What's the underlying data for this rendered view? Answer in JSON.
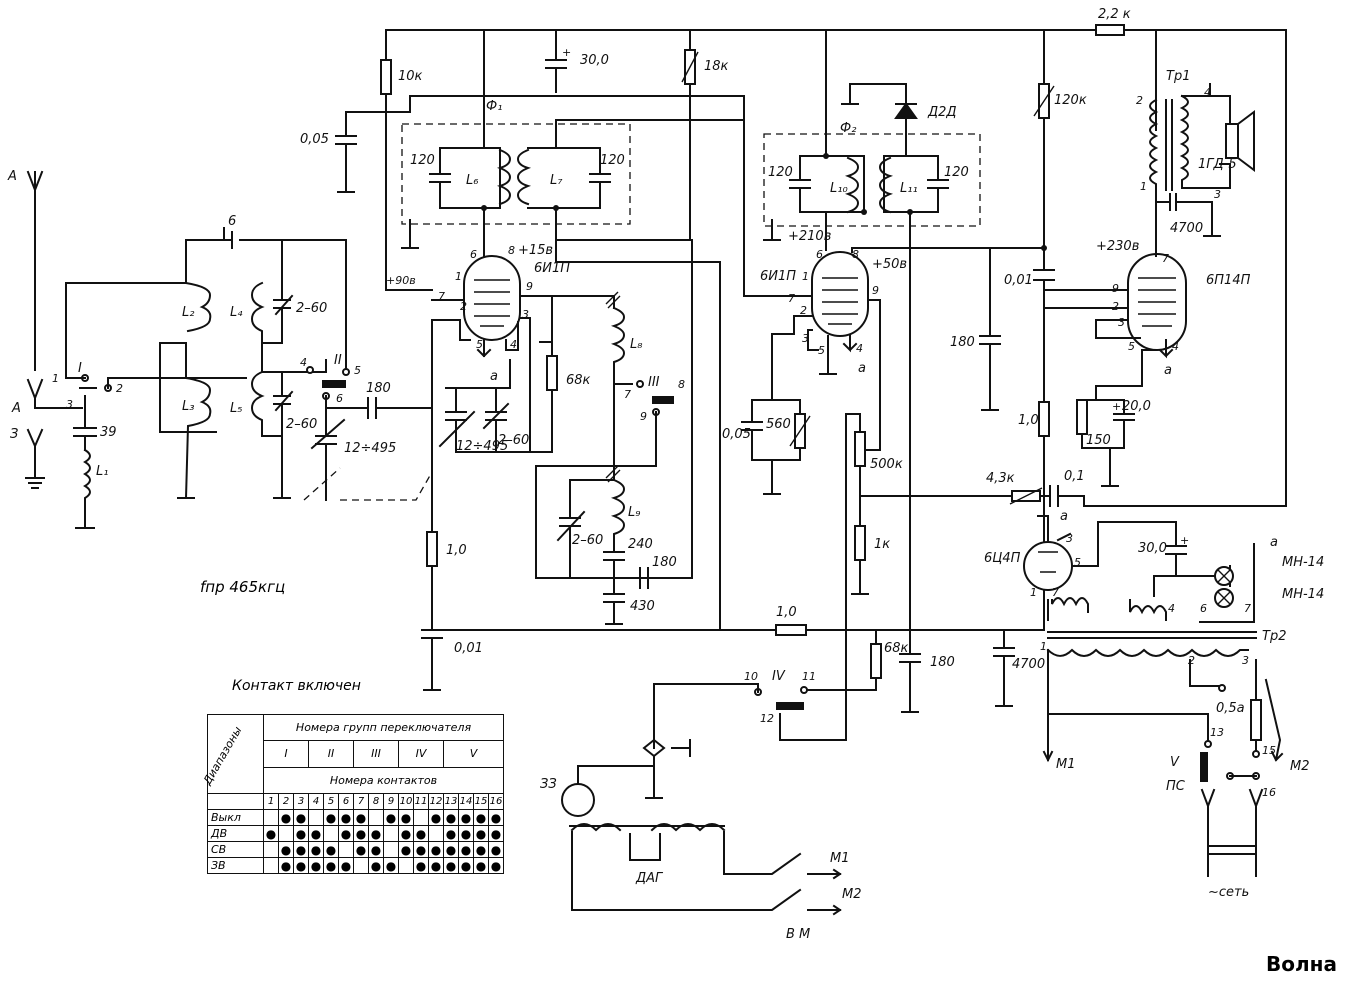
{
  "title": "Волна",
  "if_frequency": "fпр  465кгц",
  "table_caption": "Контакт включен",
  "switch_table": {
    "corner_label": "Диапазоны",
    "groups_header": "Номера групп переключателя",
    "groups": [
      "I",
      "II",
      "III",
      "IV",
      "V"
    ],
    "contacts_header": "Номера  контактов",
    "contacts": [
      "1",
      "2",
      "3",
      "4",
      "5",
      "6",
      "7",
      "8",
      "9",
      "10",
      "11",
      "12",
      "13",
      "14",
      "15",
      "16"
    ],
    "rows": [
      {
        "label": "Выкл",
        "marks": [
          0,
          1,
          1,
          0,
          1,
          1,
          1,
          0,
          1,
          1,
          0,
          1,
          1,
          1,
          1,
          1
        ]
      },
      {
        "label": "ДВ",
        "marks": [
          1,
          0,
          1,
          1,
          0,
          1,
          1,
          1,
          0,
          1,
          1,
          0,
          1,
          1,
          1,
          1
        ]
      },
      {
        "label": "СВ",
        "marks": [
          0,
          1,
          1,
          1,
          1,
          0,
          1,
          1,
          0,
          1,
          1,
          1,
          1,
          1,
          1,
          1
        ]
      },
      {
        "label": "ЗВ",
        "marks": [
          0,
          1,
          1,
          1,
          1,
          1,
          0,
          1,
          1,
          0,
          1,
          1,
          1,
          1,
          1,
          1
        ]
      }
    ],
    "mark_symbol": "●"
  },
  "labels": {
    "antenna": "А",
    "ground": "З",
    "l1": "L₁",
    "l2": "L₂",
    "l3": "L₃",
    "l4": "L₄",
    "l5": "L₅",
    "l6": "L₆",
    "l7": "L₇",
    "l8": "L₈",
    "l9": "L₉",
    "l10": "L₁₀",
    "l11": "L₁₁",
    "c39": "39",
    "c6": "6",
    "trim1": "2–60",
    "trim2": "2–60",
    "trim3": "2–60",
    "trim4": "2–60",
    "c180a": "180",
    "var1": "12÷495",
    "var2": "12÷495",
    "c005": "0,05",
    "r10k": "10к",
    "c300": "30,0",
    "r18k": "18к",
    "r22k": "2,2 к",
    "f1": "Ф₁",
    "f2": "Ф₂",
    "c120a": "120",
    "c120b": "120",
    "c120c": "120",
    "c120d": "120",
    "tube1": "6И1П",
    "tube1_v906": "+90в",
    "tube1_v156": "+15в",
    "tube2": "6И1П",
    "tube2_v2106": "+210в",
    "tube2_v506": "+50в",
    "diode": "Д2Д",
    "r68k": "68к",
    "r68k2": "68к",
    "r10": "1,0",
    "c001": "0,01",
    "c001b": "0,01",
    "c240": "240",
    "c430": "430",
    "c180b": "180",
    "c180c": "180",
    "c180d": "180",
    "c005b": "0,05",
    "r560": "560",
    "r500k": "500к",
    "r1k": "1к",
    "r10b": "1,0",
    "r120k": "120к",
    "tube3": "6П14П",
    "v2306": "+230в",
    "r10c": "1,0",
    "r150": "150",
    "c200": "20,0",
    "r43k": "4,3к",
    "c01": "0,1",
    "tr1": "Тр1",
    "spk": "1ГД-5",
    "c4700": "4700",
    "rect": "6Ц4П",
    "c300b": "30,0",
    "mn14a": "МН-14",
    "mn14b": "МН-14",
    "tr2": "Тр2",
    "c4700b": "4700",
    "fuse": "0,5а",
    "m1": "М1",
    "m2": "М2",
    "ps": "ПС",
    "mains": "~сеть",
    "zz": "ЗЗ",
    "dag": "ДАГ",
    "m1b": "М1",
    "m2b": "М2",
    "vm": "В  М",
    "sw1": "I",
    "sw2": "II",
    "sw3": "III",
    "sw4": "IV",
    "sw5": "V",
    "a_label": "а",
    "a_label2": "а",
    "a_label3": "а",
    "a_label4": "а"
  }
}
